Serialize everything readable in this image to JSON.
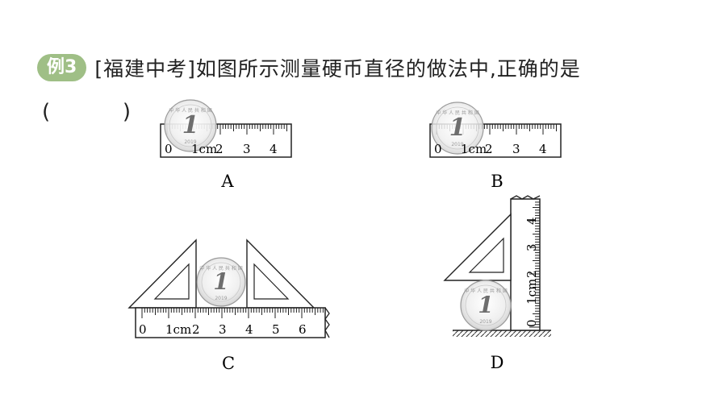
{
  "question": {
    "badge": "例3",
    "text": "[福建中考]如图所示测量硬币直径的做法中,正确的是",
    "paren_open": "(",
    "paren_close": ")"
  },
  "options": [
    {
      "label": "A",
      "ruler_marks": [
        "0",
        "1cm",
        "2",
        "3",
        "4"
      ]
    },
    {
      "label": "B",
      "ruler_marks": [
        "0",
        "1cm",
        "2",
        "3",
        "4"
      ]
    },
    {
      "label": "C",
      "ruler_marks": [
        "0",
        "1cm",
        "2",
        "3",
        "4",
        "5",
        "6"
      ]
    },
    {
      "label": "D",
      "ruler_marks": [
        "0",
        "1cm",
        "2",
        "3",
        "4"
      ]
    }
  ],
  "coin": {
    "value": "1",
    "year": "2019",
    "rim_text": "中 华 人 民 共 和 国"
  }
}
